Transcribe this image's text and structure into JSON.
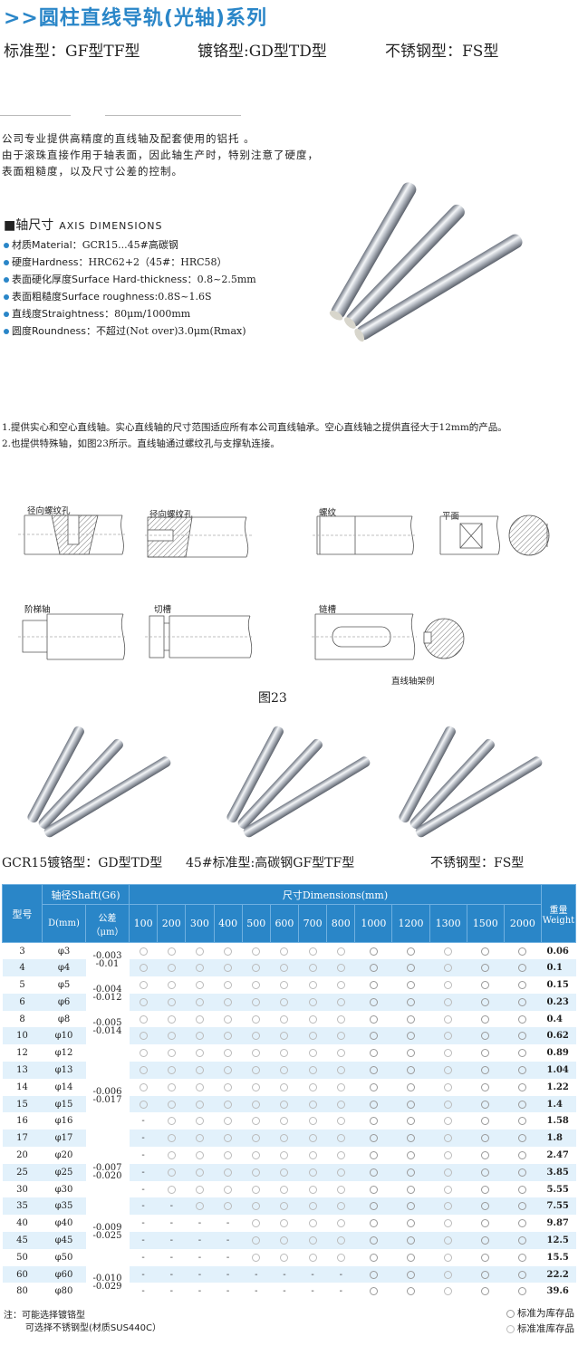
{
  "header": {
    "title": ">>圆柱直线导轨(光轴)系列",
    "types": [
      "标准型：GF型TF型",
      "镀铬型:GD型TD型",
      "不锈钢型：FS型"
    ]
  },
  "intro": {
    "lines": [
      "公司专业提供高精度的直线轴及配套使用的铝托 。",
      "由于滚珠直接作用于轴表面，因此轴生产时，特别注意了硬度，",
      "表面粗糙度，以及尺寸公差的控制。"
    ]
  },
  "axis": {
    "title_cn": "■轴尺寸",
    "title_en": "AXIS DIMENSIONS",
    "specs": [
      {
        "label": "材质Material：",
        "value": "GCR15...45#高碳钢"
      },
      {
        "label": "硬度Hardness：",
        "value": "HRC62+2（45#：HRC58）"
      },
      {
        "label": "表面硬化厚度Surface Hard-thickness：",
        "value": "0.8~2.5mm"
      },
      {
        "label": "表面粗糙度Surface roughness:",
        "value": "0.8S~1.6S"
      },
      {
        "label": "直线度Straightness：",
        "value": "80μm/1000mm"
      },
      {
        "label": "圆度Roundness：",
        "value": "不超过(Not over)3.0μm(Rmax)"
      }
    ]
  },
  "notes": [
    "1.提供实心和空心直线轴。实心直线轴的尺寸范围适应所有本公司直线轴承。空心直线轴之提供直径大于12mm的产品。",
    "2.也提供特殊轴，如图23所示。直线轴通过螺纹孔与支撑轨连接。"
  ],
  "diagram": {
    "labels": {
      "radial1": "径向螺纹孔",
      "radial2": "径向螺纹孔",
      "thread": "螺纹",
      "flat": "平面",
      "step": "阶梯轴",
      "groove": "切槽",
      "keyway": "链槽",
      "example": "直线轴架例"
    },
    "caption": "图23"
  },
  "product_captions": [
    "GCR15镀铬型：GD型TD型",
    "45#标准型:高碳钢GF型TF型",
    "不锈钢型：FS型"
  ],
  "table": {
    "h_model": "型号",
    "h_shaft": "轴径Shaft(G6)",
    "h_dim": "尺寸Dimensions(mm)",
    "h_weight_cn": "重量",
    "h_weight_en": "Weight",
    "h_d": "D(mm)",
    "h_tol": "公差（μm）",
    "lengths": [
      "100",
      "200",
      "300",
      "400",
      "500",
      "600",
      "700",
      "800",
      "1000",
      "1200",
      "1300",
      "1500",
      "2000"
    ],
    "stock_columns": [
      "1000",
      "1200",
      "1500",
      "2000"
    ],
    "rows": [
      {
        "model": "3",
        "d": "φ3",
        "first_dash": 0,
        "weight": "0.06"
      },
      {
        "model": "4",
        "d": "φ4",
        "first_dash": 0,
        "weight": "0.1"
      },
      {
        "model": "5",
        "d": "φ5",
        "first_dash": 0,
        "weight": "0.15"
      },
      {
        "model": "6",
        "d": "φ6",
        "first_dash": 0,
        "weight": "0.23"
      },
      {
        "model": "8",
        "d": "φ8",
        "first_dash": 0,
        "weight": "0.4"
      },
      {
        "model": "10",
        "d": "φ10",
        "first_dash": 0,
        "weight": "0.62"
      },
      {
        "model": "12",
        "d": "φ12",
        "first_dash": 0,
        "weight": "0.89"
      },
      {
        "model": "13",
        "d": "φ13",
        "first_dash": 0,
        "weight": "1.04"
      },
      {
        "model": "14",
        "d": "φ14",
        "first_dash": 0,
        "weight": "1.22"
      },
      {
        "model": "15",
        "d": "φ15",
        "first_dash": 0,
        "weight": "1.4"
      },
      {
        "model": "16",
        "d": "φ16",
        "first_dash": 1,
        "weight": "1.58"
      },
      {
        "model": "17",
        "d": "φ17",
        "first_dash": 1,
        "weight": "1.8"
      },
      {
        "model": "20",
        "d": "φ20",
        "first_dash": 1,
        "weight": "2.47"
      },
      {
        "model": "25",
        "d": "φ25",
        "first_dash": 1,
        "weight": "3.85"
      },
      {
        "model": "30",
        "d": "φ30",
        "first_dash": 1,
        "weight": "5.55"
      },
      {
        "model": "35",
        "d": "φ35",
        "first_dash": 2,
        "weight": "7.55"
      },
      {
        "model": "40",
        "d": "φ40",
        "first_dash": 4,
        "weight": "9.87"
      },
      {
        "model": "45",
        "d": "φ45",
        "first_dash": 4,
        "weight": "12.5"
      },
      {
        "model": "50",
        "d": "φ50",
        "first_dash": 4,
        "weight": "15.5"
      },
      {
        "model": "60",
        "d": "φ60",
        "first_dash": 8,
        "weight": "22.2"
      },
      {
        "model": "80",
        "d": "φ80",
        "first_dash": 8,
        "weight": "39.6"
      }
    ],
    "tolerances": [
      {
        "rows": 2,
        "text": "-0.003\n-0.01"
      },
      {
        "rows": 2,
        "text": "-0.004\n-0.012"
      },
      {
        "rows": 2,
        "text": "-0.005\n-0.014"
      },
      {
        "rows": 6,
        "text": "-0.006\n-0.017"
      },
      {
        "rows": 3,
        "text": "-0.007\n-0.020"
      },
      {
        "rows": 4,
        "text": "-0.009\n-0.025"
      },
      {
        "rows": 2,
        "text": "-0.010\n-0.029"
      }
    ],
    "dash": "-"
  },
  "footer": {
    "note1": "注：可能选择镀铬型",
    "note2": "可选择不锈钢型(材质SUS440C）",
    "legend_stock": "标准为库存品",
    "legend_semi": "标准准库存品"
  }
}
